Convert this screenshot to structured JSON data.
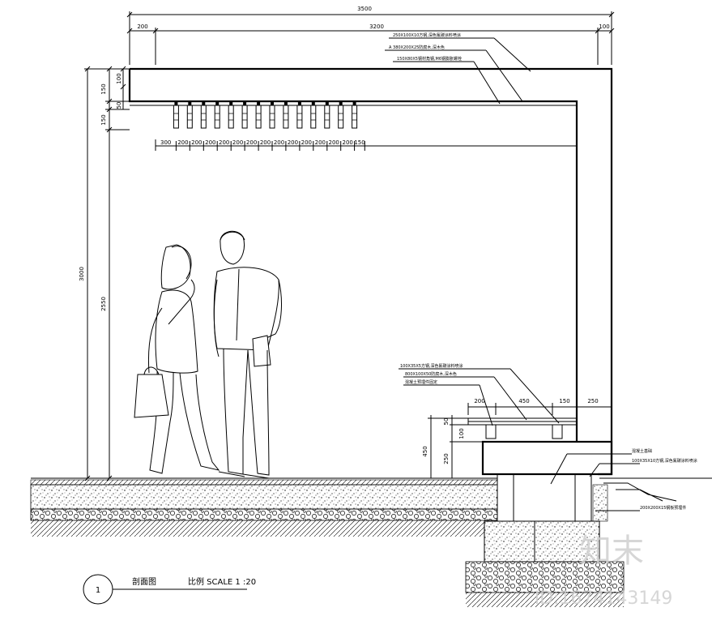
{
  "dimensions": {
    "total_width": "3500",
    "left_offset": "200",
    "middle_span": "3200",
    "right_offset": "100",
    "roof_top": "100",
    "roof_h1": "150",
    "roof_h2": "50",
    "roof_h3": "150",
    "height_total": "3000",
    "height_clear": "2550",
    "slat_spacing": [
      "300",
      "200",
      "200",
      "200",
      "200",
      "200",
      "200",
      "200",
      "200",
      "200",
      "200",
      "200",
      "200",
      "200",
      "150"
    ],
    "bench_top_spacing": [
      "200",
      "450",
      "150",
      "250"
    ],
    "bench_v1": "50",
    "bench_v2": "100",
    "bench_v3": "450",
    "bench_v4": "250"
  },
  "notes": {
    "roof": [
      "250X100X10方钢,深色氟碳涂料喷涂",
      "A 380X200X25防腐木,深木色",
      "150X80X5钢材角钢,M6钢膨胀螺栓"
    ],
    "bench": [
      "100X35X5方钢,深色氟碳涂料喷涂",
      "800X100X50防腐木,深木色",
      "混凝土预埋件固定"
    ],
    "base": [
      "混凝土基础",
      "100X35X10方钢,深色氟碳涂料喷涂",
      "200X200X15钢板预埋件"
    ]
  },
  "title": {
    "number": "1",
    "name": "剖面图",
    "scale": "比例 SCALE 1 :20"
  },
  "watermark": {
    "logo": "知末",
    "id": "ID:1674143149"
  }
}
